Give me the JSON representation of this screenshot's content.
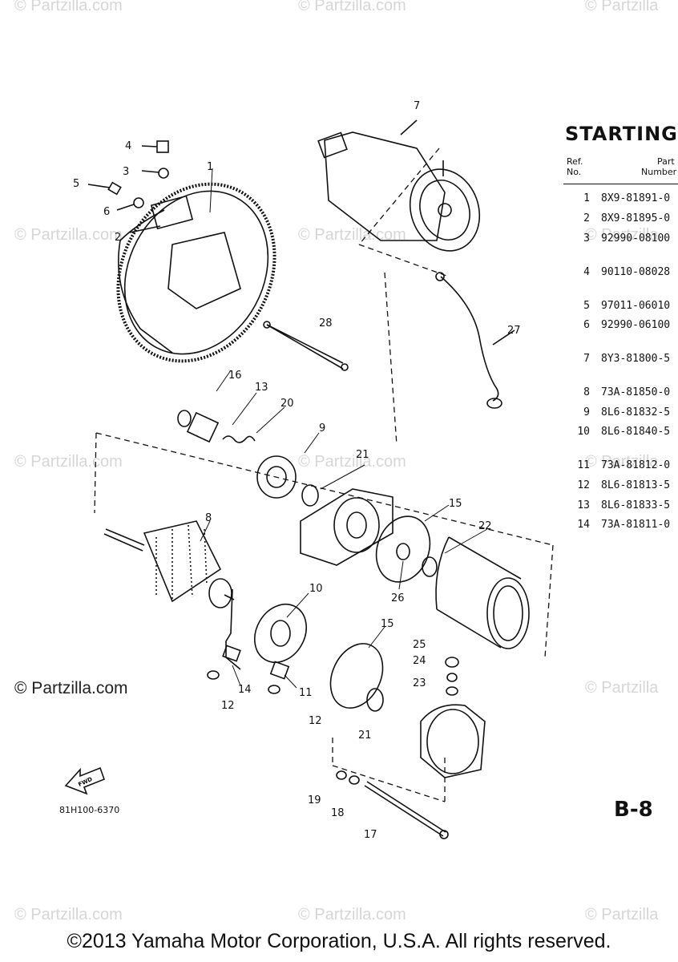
{
  "watermarks": {
    "top": [
      "© Partzilla.com",
      "© Partzilla.com",
      "© Partzilla"
    ],
    "upper_mid": [
      "© Partzilla.com",
      "© Partzilla.com",
      "© Partzilla"
    ],
    "mid": [
      "© Partzilla.com",
      "© Partzilla.com",
      "© Partzilla"
    ],
    "lower": [
      "© Partzilla.com",
      "© Partzilla"
    ],
    "bottom": [
      "© Partzilla.com",
      "© Partzilla.com",
      "© Partzilla"
    ]
  },
  "section_title": "STARTING",
  "table": {
    "header_ref": [
      "Ref.",
      "No."
    ],
    "header_part": [
      "Part",
      "Number"
    ],
    "rows": [
      {
        "ref": "1",
        "part": "8X9-81891-0"
      },
      {
        "ref": "2",
        "part": "8X9-81895-0"
      },
      {
        "ref": "3",
        "part": "92990-08100"
      },
      {
        "ref": "4",
        "part": "90110-08028"
      },
      {
        "ref": "5",
        "part": "97011-06010"
      },
      {
        "ref": "6",
        "part": "92990-06100"
      },
      {
        "ref": "7",
        "part": "8Y3-81800-5"
      },
      {
        "ref": "8",
        "part": "73A-81850-0"
      },
      {
        "ref": "9",
        "part": "8L6-81832-5"
      },
      {
        "ref": "10",
        "part": "8L6-81840-5"
      },
      {
        "ref": "11",
        "part": "73A-81812-0"
      },
      {
        "ref": "12",
        "part": "8L6-81813-5"
      },
      {
        "ref": "13",
        "part": "8L6-81833-5"
      },
      {
        "ref": "14",
        "part": "73A-81811-0"
      }
    ]
  },
  "callouts": [
    "1",
    "2",
    "3",
    "4",
    "5",
    "6",
    "7",
    "8",
    "9",
    "10",
    "11",
    "12",
    "12",
    "13",
    "14",
    "15",
    "15",
    "16",
    "17",
    "18",
    "19",
    "20",
    "21",
    "21",
    "22",
    "23",
    "24",
    "25",
    "26",
    "27",
    "28"
  ],
  "fwd_label": "FWD",
  "figure_code": "81H100-6370",
  "page_code": "B-8",
  "copyright": "©2013 Yamaha Motor Corporation, U.S.A. All rights reserved."
}
